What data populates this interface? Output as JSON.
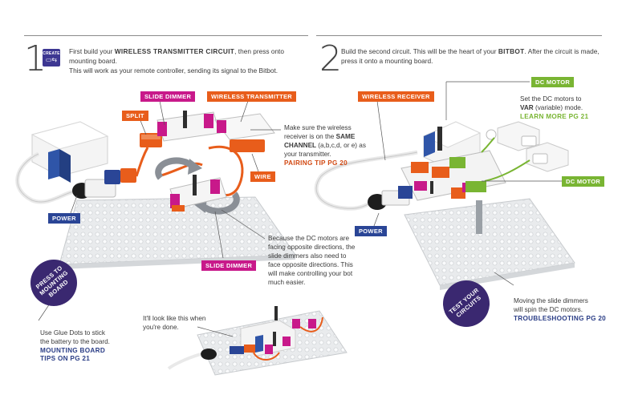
{
  "step1": {
    "number": "1",
    "icon_label": "CREATE",
    "text_a": "First build your ",
    "text_b": "WIRELESS TRANSMITTER CIRCUIT",
    "text_c": ", then press onto mounting board.",
    "text_d": "This will work as your remote controller, sending its signal to the Bitbot."
  },
  "step2": {
    "number": "2",
    "text_a": "Build the second circuit. This will be the heart of your ",
    "text_b": "BITBOT",
    "text_c": ". After the circuit is made,",
    "text_d": "press it onto a mounting board."
  },
  "labels": {
    "slide_dimmer_top": "SLIDE DIMMER",
    "wireless_transmitter": "WIRELESS TRANSMITTER",
    "split": "SPLIT",
    "wire": "WIRE",
    "power_left": "POWER",
    "slide_dimmer_bottom": "SLIDE DIMMER",
    "wireless_receiver": "WIRELESS RECEIVER",
    "dc_motor_top": "DC MOTOR",
    "dc_motor_right": "DC MOTOR",
    "power_right": "POWER"
  },
  "notes": {
    "channel_a": "Make sure the wireless",
    "channel_b": "receiver is on the ",
    "channel_bold1": "SAME",
    "channel_bold2": "CHANNEL",
    "channel_c": " (a,b,c,d, or e) as",
    "channel_d": "your transmitter.",
    "channel_ref": "PAIRING TIP PG 20",
    "motors_1": "Because the DC motors are",
    "motors_2": "facing opposite directions, the",
    "motors_3": "slide dimmers also need to",
    "motors_4": "face opposite directions. This",
    "motors_5": "will make controlling your bot",
    "motors_6": "much easier.",
    "done_1": "It'll look like this when",
    "done_2": "you're done.",
    "glue_1": "Use Glue Dots to stick",
    "glue_2": "the battery to the board.",
    "glue_ref1": "MOUNTING BOARD",
    "glue_ref2": "TIPS ON PG 21",
    "var_1": "Set the DC motors to",
    "var_bold": "VAR",
    "var_2": " (variable) mode.",
    "var_ref": "LEARN MORE PG 21",
    "spin_1": "Moving the slide dimmers",
    "spin_2": "will spin the DC motors.",
    "spin_ref": "TROUBLESHOOTING PG 20"
  },
  "badges": {
    "press": "PRESS TO MOUNTING BOARD",
    "test": "TEST YOUR CIRCUITS"
  },
  "colors": {
    "magenta": "#c8198a",
    "orange": "#e85d1b",
    "green": "#79b533",
    "blue": "#2a4596",
    "purple": "#3a2870"
  }
}
